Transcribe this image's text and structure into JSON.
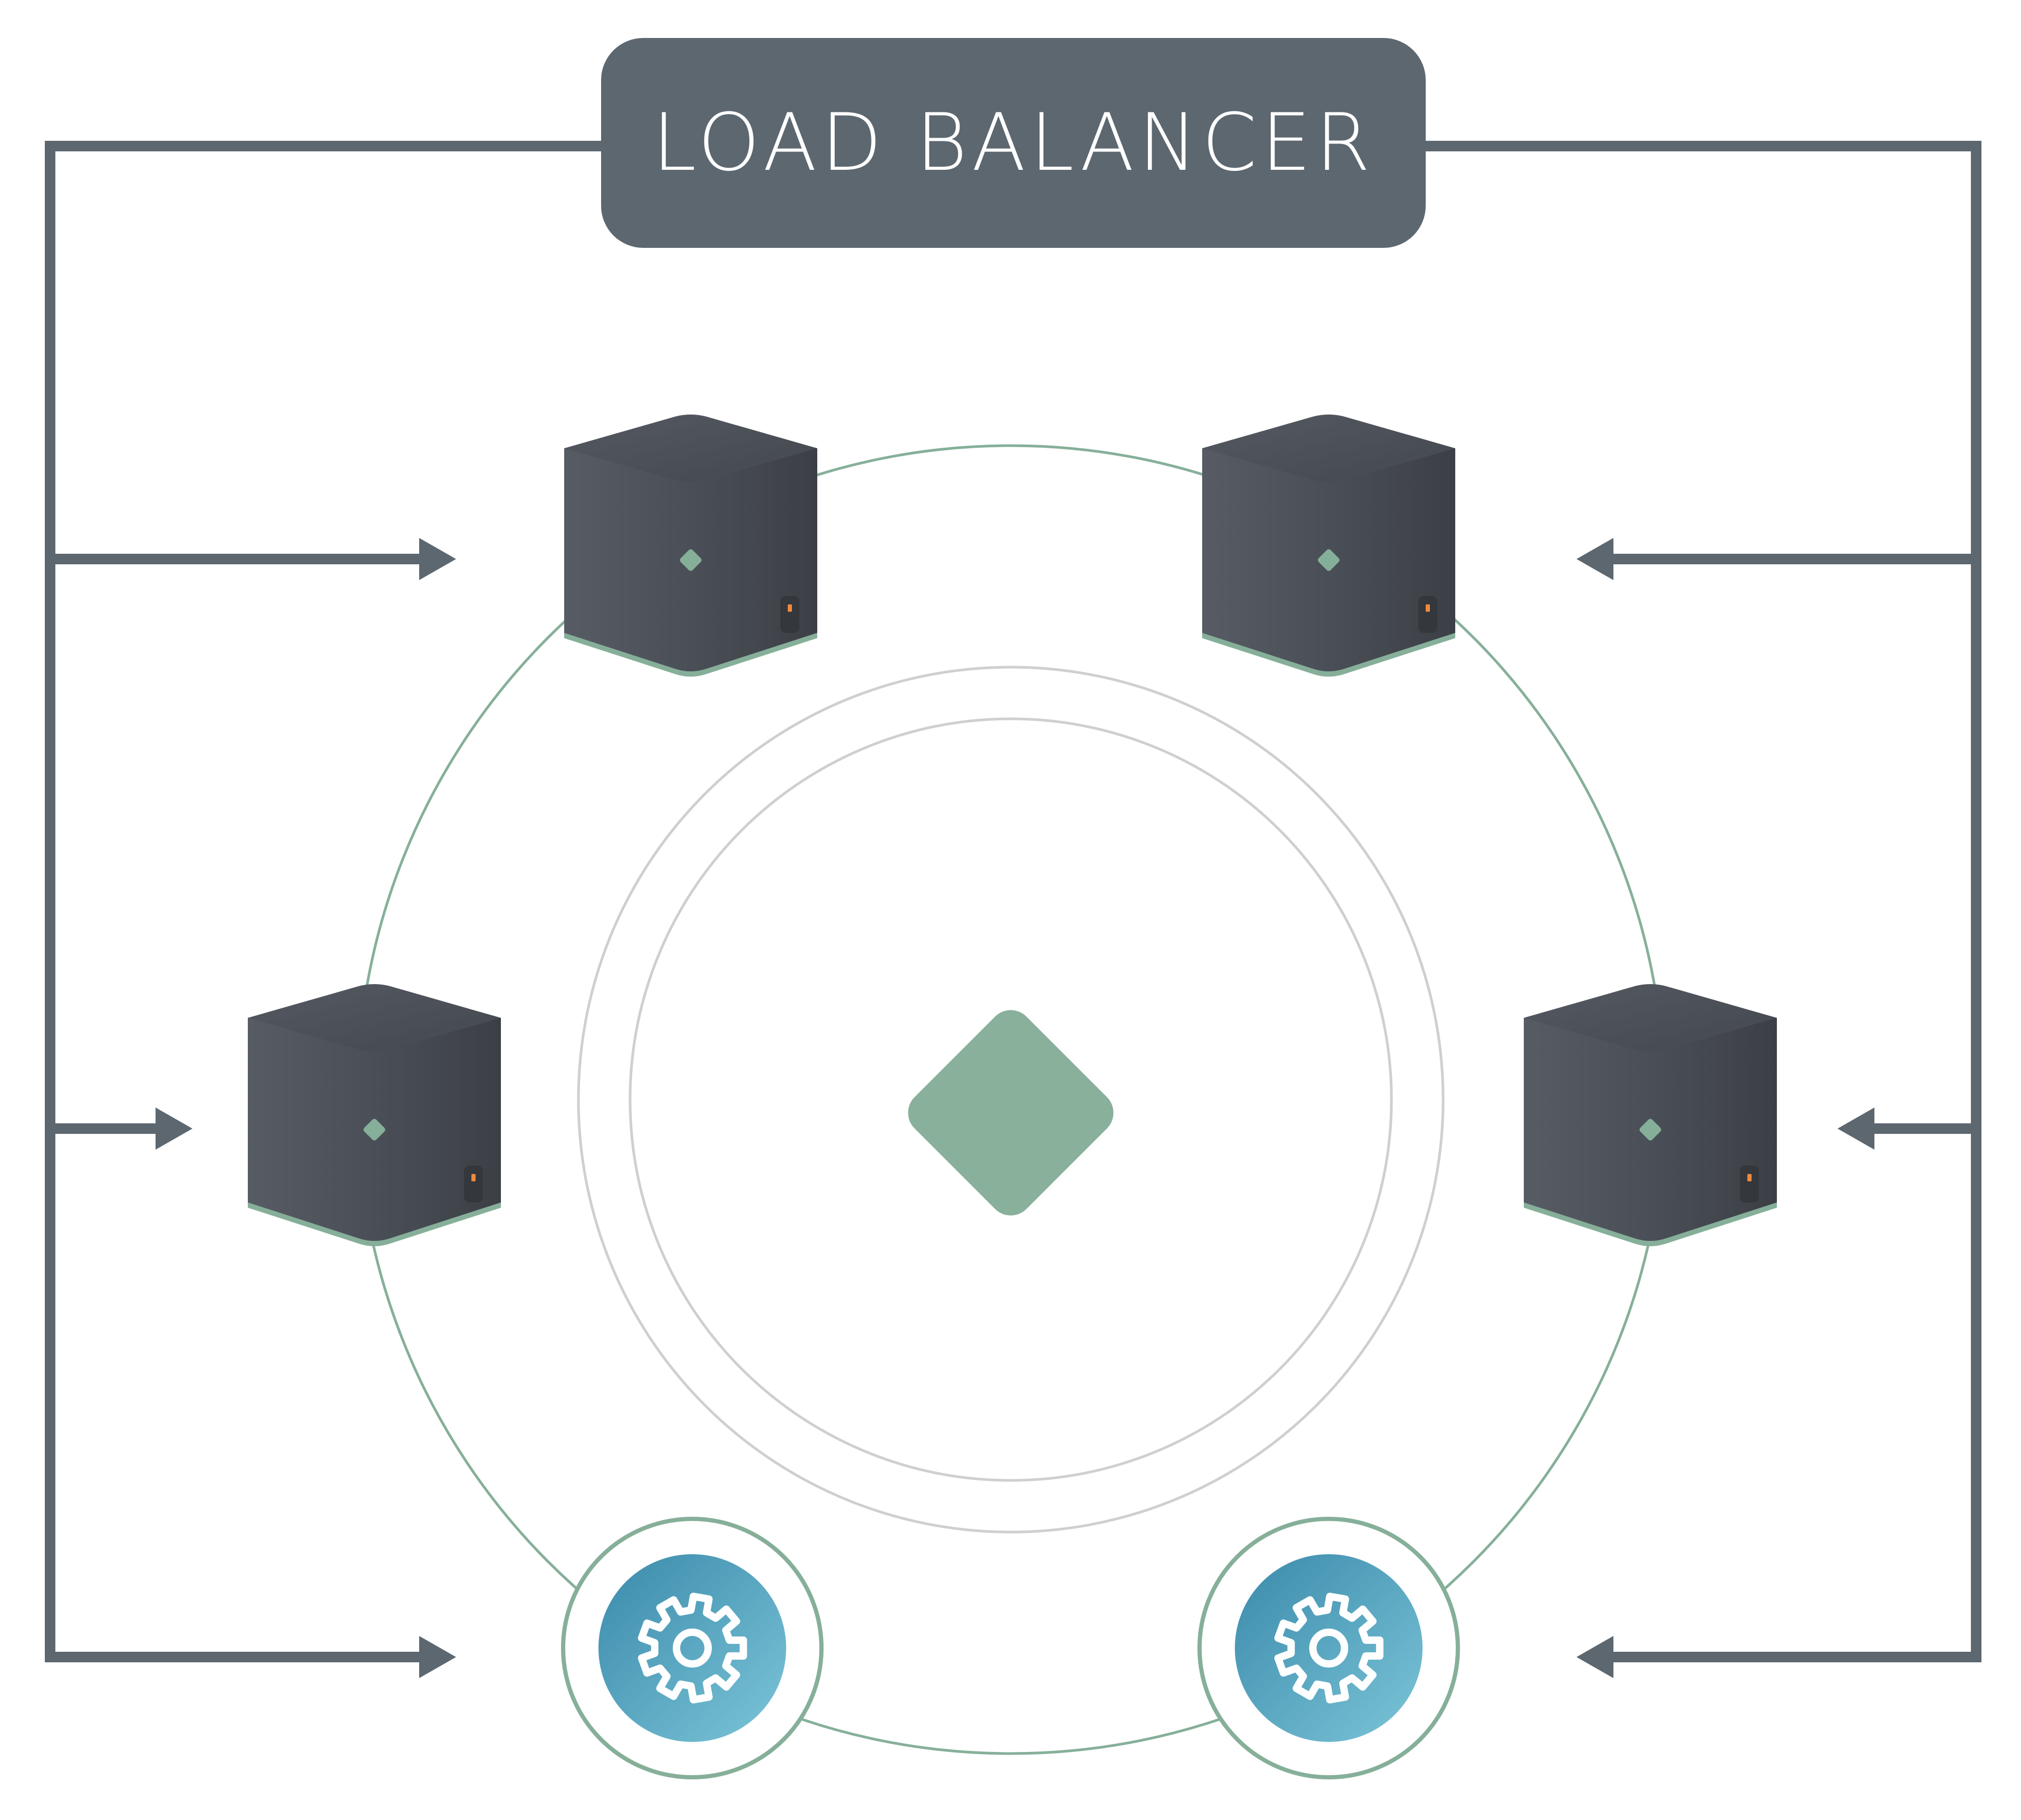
{
  "title": "LOAD BALANCER",
  "colors": {
    "line": "#5d6770",
    "ring": "#86af99",
    "inner_ring": "#cfcfcf",
    "hub": "#88b09b",
    "server_left": "#575c64",
    "server_right": "#3c3f45",
    "server_top": "#4d5158",
    "gear_dark": "#3f8fae",
    "gear_light": "#79c2d6",
    "led": "#f08a3c"
  },
  "nodes": [
    {
      "kind": "server",
      "icon": "server-box"
    },
    {
      "kind": "server",
      "icon": "server-box"
    },
    {
      "kind": "server",
      "icon": "server-box"
    },
    {
      "kind": "server",
      "icon": "server-box"
    },
    {
      "kind": "service",
      "icon": "gear-icon"
    },
    {
      "kind": "service",
      "icon": "gear-icon"
    }
  ],
  "center": {
    "icon": "diamond-icon"
  }
}
